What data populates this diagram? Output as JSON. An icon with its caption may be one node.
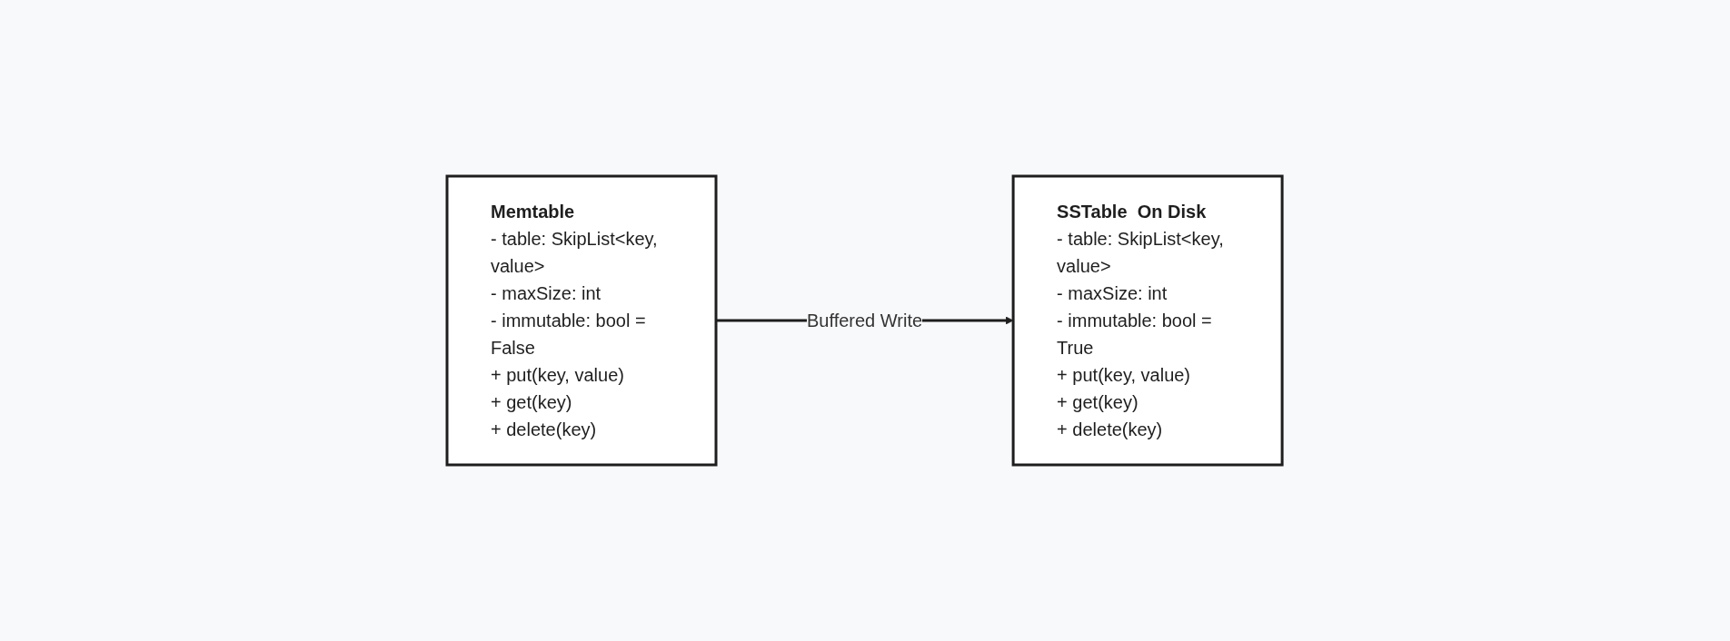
{
  "diagram": {
    "nodes": [
      {
        "text": [
          "Memtable",
          "- table: SkipList<key, value>",
          "- maxSize: int",
          "- immutable: bool = False",
          "+ put(key, value)",
          "+ get(key)",
          "+ delete(key)"
        ]
      },
      {
        "text": [
          "SSTable",
          "On Disk",
          "- table: SkipList<key, value>",
          "- maxSize: int",
          "- immutable: bool = True",
          "+ put(key, value)",
          "+ get(key)",
          "+ delete(key)"
        ]
      }
    ],
    "edges": [
      {
        "from": 0,
        "to": 1,
        "arrow": "to",
        "label": "Buffered Write"
      }
    ]
  }
}
